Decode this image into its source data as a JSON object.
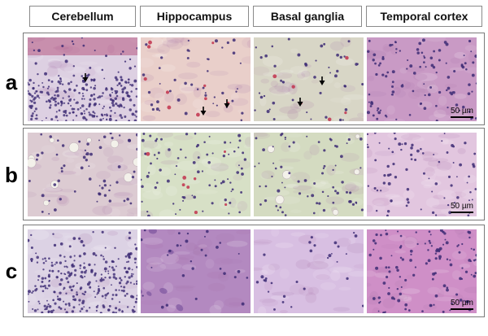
{
  "columns": [
    "Cerebellum",
    "Hippocampus",
    "Basal ganglia",
    "Temporal cortex"
  ],
  "rows": [
    {
      "label": "a",
      "scale_bar": "50 µm"
    },
    {
      "label": "b",
      "scale_bar": "50 µm"
    },
    {
      "label": "c",
      "scale_bar": "50 µm"
    }
  ],
  "colors": {
    "cerebellum": "#ddd0e2",
    "hippocampus_a": "#e9cfca",
    "basal_a": "#d8d6c6",
    "cortex": "#c99ac5",
    "pale_green": "#d7e0c6",
    "hippo_c": "#b389c0",
    "basal_c": "#d8bfe2",
    "nucleus": "#3d2c74",
    "red_cell": "#c2314c"
  },
  "icons": [
    "arrow-icon"
  ]
}
